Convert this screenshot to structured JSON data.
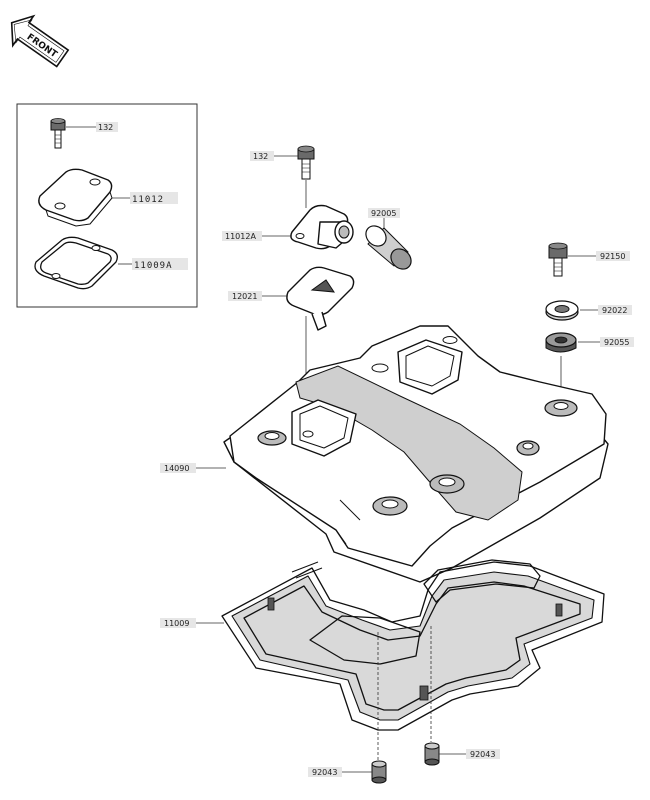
{
  "direction_badge": {
    "text": "FRONT",
    "icon": "front-arrow-icon"
  },
  "callouts": [
    {
      "id": "inset-bolt",
      "part_no": "132"
    },
    {
      "id": "inset-cap",
      "part_no": "11012"
    },
    {
      "id": "inset-gasket",
      "part_no": "11009A"
    },
    {
      "id": "bolt",
      "part_no": "132"
    },
    {
      "id": "cap-fitting",
      "part_no": "11012A"
    },
    {
      "id": "hose",
      "part_no": "92005"
    },
    {
      "id": "stud-bolt",
      "part_no": "92150"
    },
    {
      "id": "washer",
      "part_no": "92022"
    },
    {
      "id": "grommet",
      "part_no": "92055"
    },
    {
      "id": "reed-valve-plate",
      "part_no": "12021"
    },
    {
      "id": "cylinder-head-cover",
      "part_no": "14090"
    },
    {
      "id": "head-cover-gasket",
      "part_no": "11009"
    },
    {
      "id": "dowel-pin-left",
      "part_no": "92043"
    },
    {
      "id": "dowel-pin-right",
      "part_no": "92043"
    }
  ]
}
